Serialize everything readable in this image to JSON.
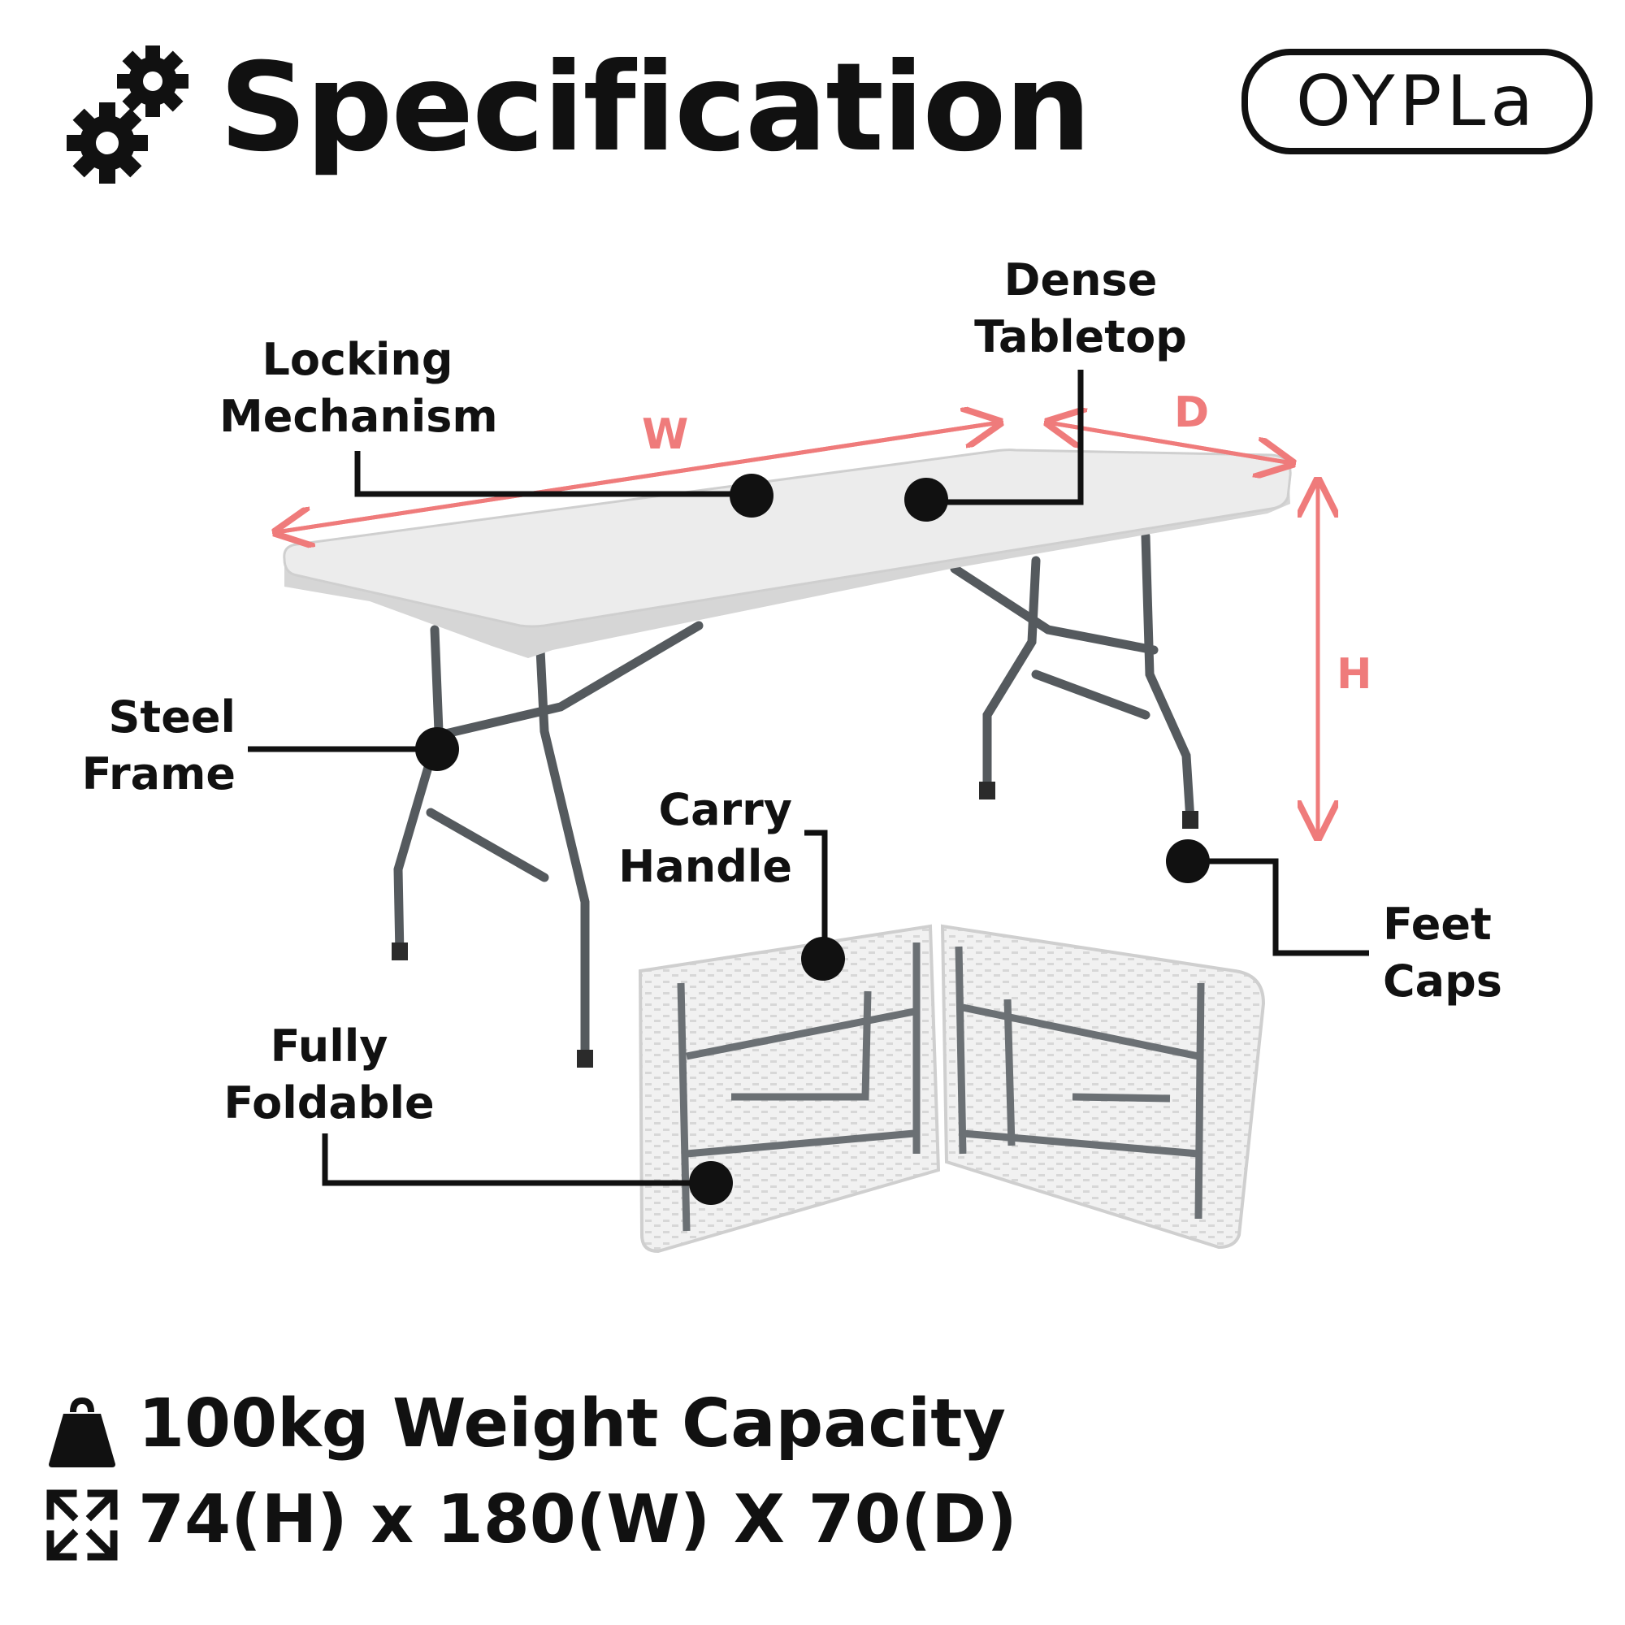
{
  "title": "Specification",
  "brand": "OYPLa",
  "labels": {
    "locking_mechanism": [
      "Locking",
      "Mechanism"
    ],
    "dense_tabletop": [
      "Dense",
      "Tabletop"
    ],
    "steel_frame": [
      "Steel",
      "Frame"
    ],
    "carry_handle": [
      "Carry",
      "Handle"
    ],
    "feet_caps": [
      "Feet",
      "Caps"
    ],
    "fully_foldable": [
      "Fully",
      "Foldable"
    ]
  },
  "dimensions": {
    "w": "W",
    "d": "D",
    "h": "H"
  },
  "specs": {
    "weight": "100kg Weight Capacity",
    "size": "74(H) x 180(W) X 70(D)"
  },
  "icons": [
    "gears-icon",
    "weight-icon",
    "expand-arrows-icon"
  ],
  "colors": {
    "dimension_accent": "#ef7b7b",
    "text": "#111111",
    "table_top": "#ececec",
    "frame": "#555a5e"
  }
}
